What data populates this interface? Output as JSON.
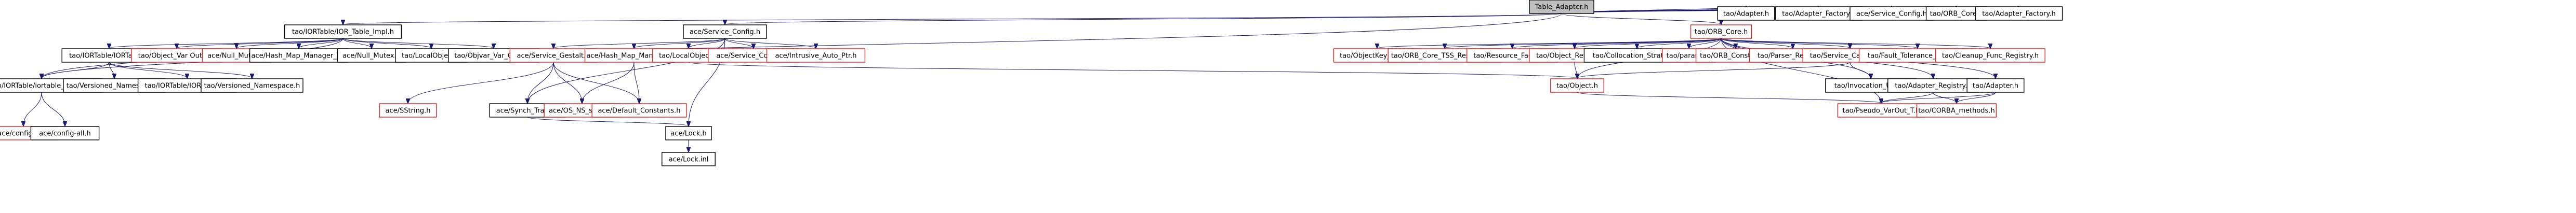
{
  "graph": {
    "nodes": [
      {
        "id": "n0",
        "label": "Table_Adapter.h",
        "style": "current"
      },
      {
        "id": "n1",
        "label": "tao/ORB_Core.h",
        "style": "truncated"
      },
      {
        "id": "n2",
        "label": "tao/Adapter.h",
        "style": "normal"
      },
      {
        "id": "n3",
        "label": "tao/Adapter_Factory.h",
        "style": "normal"
      },
      {
        "id": "n4",
        "label": "ace/Service_Config.h",
        "style": "normal"
      },
      {
        "id": "n5",
        "label": "tao/ORB_Core.h",
        "style": "normal"
      },
      {
        "id": "n6",
        "label": "tao/Adapter_Factory.h",
        "style": "normal"
      },
      {
        "id": "n7",
        "label": "tao/IORTable/IOR_Table_Impl.h",
        "style": "normal"
      },
      {
        "id": "n8",
        "label": "ace/Service_Config.h",
        "style": "normal"
      },
      {
        "id": "n9",
        "label": "tao/ObjectKey_Table.h",
        "style": "truncated"
      },
      {
        "id": "n10",
        "label": "tao/ORB_Core_TSS_Resources.h",
        "style": "truncated"
      },
      {
        "id": "n11",
        "label": "tao/Resource_Factory.h",
        "style": "truncated"
      },
      {
        "id": "n12",
        "label": "tao/Object_Ref_Table.h",
        "style": "truncated"
      },
      {
        "id": "n13",
        "label": "tao/Collocation_Strategy.h",
        "style": "normal"
      },
      {
        "id": "n14",
        "label": "tao/params.h",
        "style": "truncated"
      },
      {
        "id": "n15",
        "label": "tao/ORB_Constants.h",
        "style": "truncated"
      },
      {
        "id": "n16",
        "label": "tao/Parser_Registry.h",
        "style": "truncated"
      },
      {
        "id": "n17",
        "label": "tao/Service_Callbacks.h",
        "style": "truncated"
      },
      {
        "id": "n18",
        "label": "tao/Fault_Tolerance_Service.h",
        "style": "truncated"
      },
      {
        "id": "n19",
        "label": "tao/Cleanup_Func_Registry.h",
        "style": "truncated"
      },
      {
        "id": "n20",
        "label": "tao/IORTable/IORTable.h",
        "style": "normal"
      },
      {
        "id": "n21",
        "label": "tao/Object_Var Out_T.h",
        "style": "truncated"
      },
      {
        "id": "n22",
        "label": "ace/Null_Mutex.h",
        "style": "truncated"
      },
      {
        "id": "n23",
        "label": "ace/Hash_Map_Manager_T.h",
        "style": "normal"
      },
      {
        "id": "n24",
        "label": "ace/Null_Mutex.h",
        "style": "normal"
      },
      {
        "id": "n25",
        "label": "tao/LocalObject.h",
        "style": "normal"
      },
      {
        "id": "n26",
        "label": "tao/Objvar_Var_Out_T.h",
        "style": "normal"
      },
      {
        "id": "n27",
        "label": "ace/Service_Gestalt.h",
        "style": "truncated"
      },
      {
        "id": "n28",
        "label": "ace/Hash_Map_Manager_T.h",
        "style": "truncated"
      },
      {
        "id": "n29",
        "label": "tao/LocalObject.h",
        "style": "truncated"
      },
      {
        "id": "n30",
        "label": "ace/Service_Config.inl",
        "style": "truncated"
      },
      {
        "id": "n31",
        "label": "ace/Intrusive_Auto_Ptr.h",
        "style": "truncated"
      },
      {
        "id": "n32",
        "label": "tao/Object.h",
        "style": "truncated"
      },
      {
        "id": "n33",
        "label": "tao/Invocation_Utils.h",
        "style": "normal"
      },
      {
        "id": "n34",
        "label": "tao/Adapter_Registry.h",
        "style": "normal"
      },
      {
        "id": "n35",
        "label": "tao/Adapter.h",
        "style": "normal"
      },
      {
        "id": "n36",
        "label": "tao/IORTable/iortable_export.h",
        "style": "normal"
      },
      {
        "id": "n37",
        "label": "tao/Versioned_Namespace.h",
        "style": "normal"
      },
      {
        "id": "n38",
        "label": "tao/IORTable/IORTableC.h",
        "style": "normal"
      },
      {
        "id": "n39",
        "label": "tao/Versioned_Namespace.h",
        "style": "normal"
      },
      {
        "id": "n40",
        "label": "ace/SString.h",
        "style": "truncated"
      },
      {
        "id": "n41",
        "label": "ace/Synch_Traits.h",
        "style": "normal"
      },
      {
        "id": "n42",
        "label": "ace/OS_NS_signal.h",
        "style": "truncated"
      },
      {
        "id": "n43",
        "label": "ace/Default_Constants.h",
        "style": "truncated"
      },
      {
        "id": "n44",
        "label": "tao/Pseudo_VarOut_T.h",
        "style": "truncated"
      },
      {
        "id": "n45",
        "label": "tao/CORBA_methods.h",
        "style": "truncated"
      },
      {
        "id": "n46",
        "label": "ace/config-all.h",
        "style": "truncated"
      },
      {
        "id": "n47",
        "label": "ace/config-all.h",
        "style": "normal"
      },
      {
        "id": "n48",
        "label": "ace/Lock.h",
        "style": "normal"
      },
      {
        "id": "n49",
        "label": "ace/Lock.inl",
        "style": "normal"
      }
    ],
    "edges": [
      [
        "n0",
        "n1"
      ],
      [
        "n0",
        "n2"
      ],
      [
        "n0",
        "n3"
      ],
      [
        "n0",
        "n4"
      ],
      [
        "n0",
        "n5"
      ],
      [
        "n0",
        "n6"
      ],
      [
        "n0",
        "n7"
      ],
      [
        "n0",
        "n8"
      ],
      [
        "n0",
        "n36"
      ],
      [
        "n1",
        "n9"
      ],
      [
        "n1",
        "n10"
      ],
      [
        "n1",
        "n11"
      ],
      [
        "n1",
        "n12"
      ],
      [
        "n1",
        "n13"
      ],
      [
        "n1",
        "n14"
      ],
      [
        "n1",
        "n15"
      ],
      [
        "n1",
        "n16"
      ],
      [
        "n1",
        "n17"
      ],
      [
        "n1",
        "n18"
      ],
      [
        "n1",
        "n19"
      ],
      [
        "n1",
        "n33"
      ],
      [
        "n1",
        "n34"
      ],
      [
        "n1",
        "n35"
      ],
      [
        "n1",
        "n32"
      ],
      [
        "n1",
        "n44"
      ],
      [
        "n7",
        "n20"
      ],
      [
        "n7",
        "n21"
      ],
      [
        "n7",
        "n22"
      ],
      [
        "n7",
        "n23"
      ],
      [
        "n7",
        "n24"
      ],
      [
        "n7",
        "n25"
      ],
      [
        "n7",
        "n26"
      ],
      [
        "n7",
        "n36"
      ],
      [
        "n8",
        "n27"
      ],
      [
        "n8",
        "n28"
      ],
      [
        "n8",
        "n29"
      ],
      [
        "n8",
        "n30"
      ],
      [
        "n8",
        "n31"
      ],
      [
        "n8",
        "n41"
      ],
      [
        "n8",
        "n48"
      ],
      [
        "n20",
        "n36"
      ],
      [
        "n20",
        "n37"
      ],
      [
        "n20",
        "n38"
      ],
      [
        "n20",
        "n39"
      ],
      [
        "n36",
        "n46"
      ],
      [
        "n36",
        "n47"
      ],
      [
        "n27",
        "n40"
      ],
      [
        "n27",
        "n41"
      ],
      [
        "n27",
        "n42"
      ],
      [
        "n27",
        "n43"
      ],
      [
        "n28",
        "n42"
      ],
      [
        "n28",
        "n43"
      ],
      [
        "n29",
        "n32"
      ],
      [
        "n12",
        "n32"
      ],
      [
        "n17",
        "n32"
      ],
      [
        "n17",
        "n33"
      ],
      [
        "n34",
        "n44"
      ],
      [
        "n34",
        "n45"
      ],
      [
        "n35",
        "n44"
      ],
      [
        "n35",
        "n45"
      ],
      [
        "n32",
        "n44"
      ],
      [
        "n41",
        "n48"
      ],
      [
        "n48",
        "n49"
      ]
    ]
  }
}
